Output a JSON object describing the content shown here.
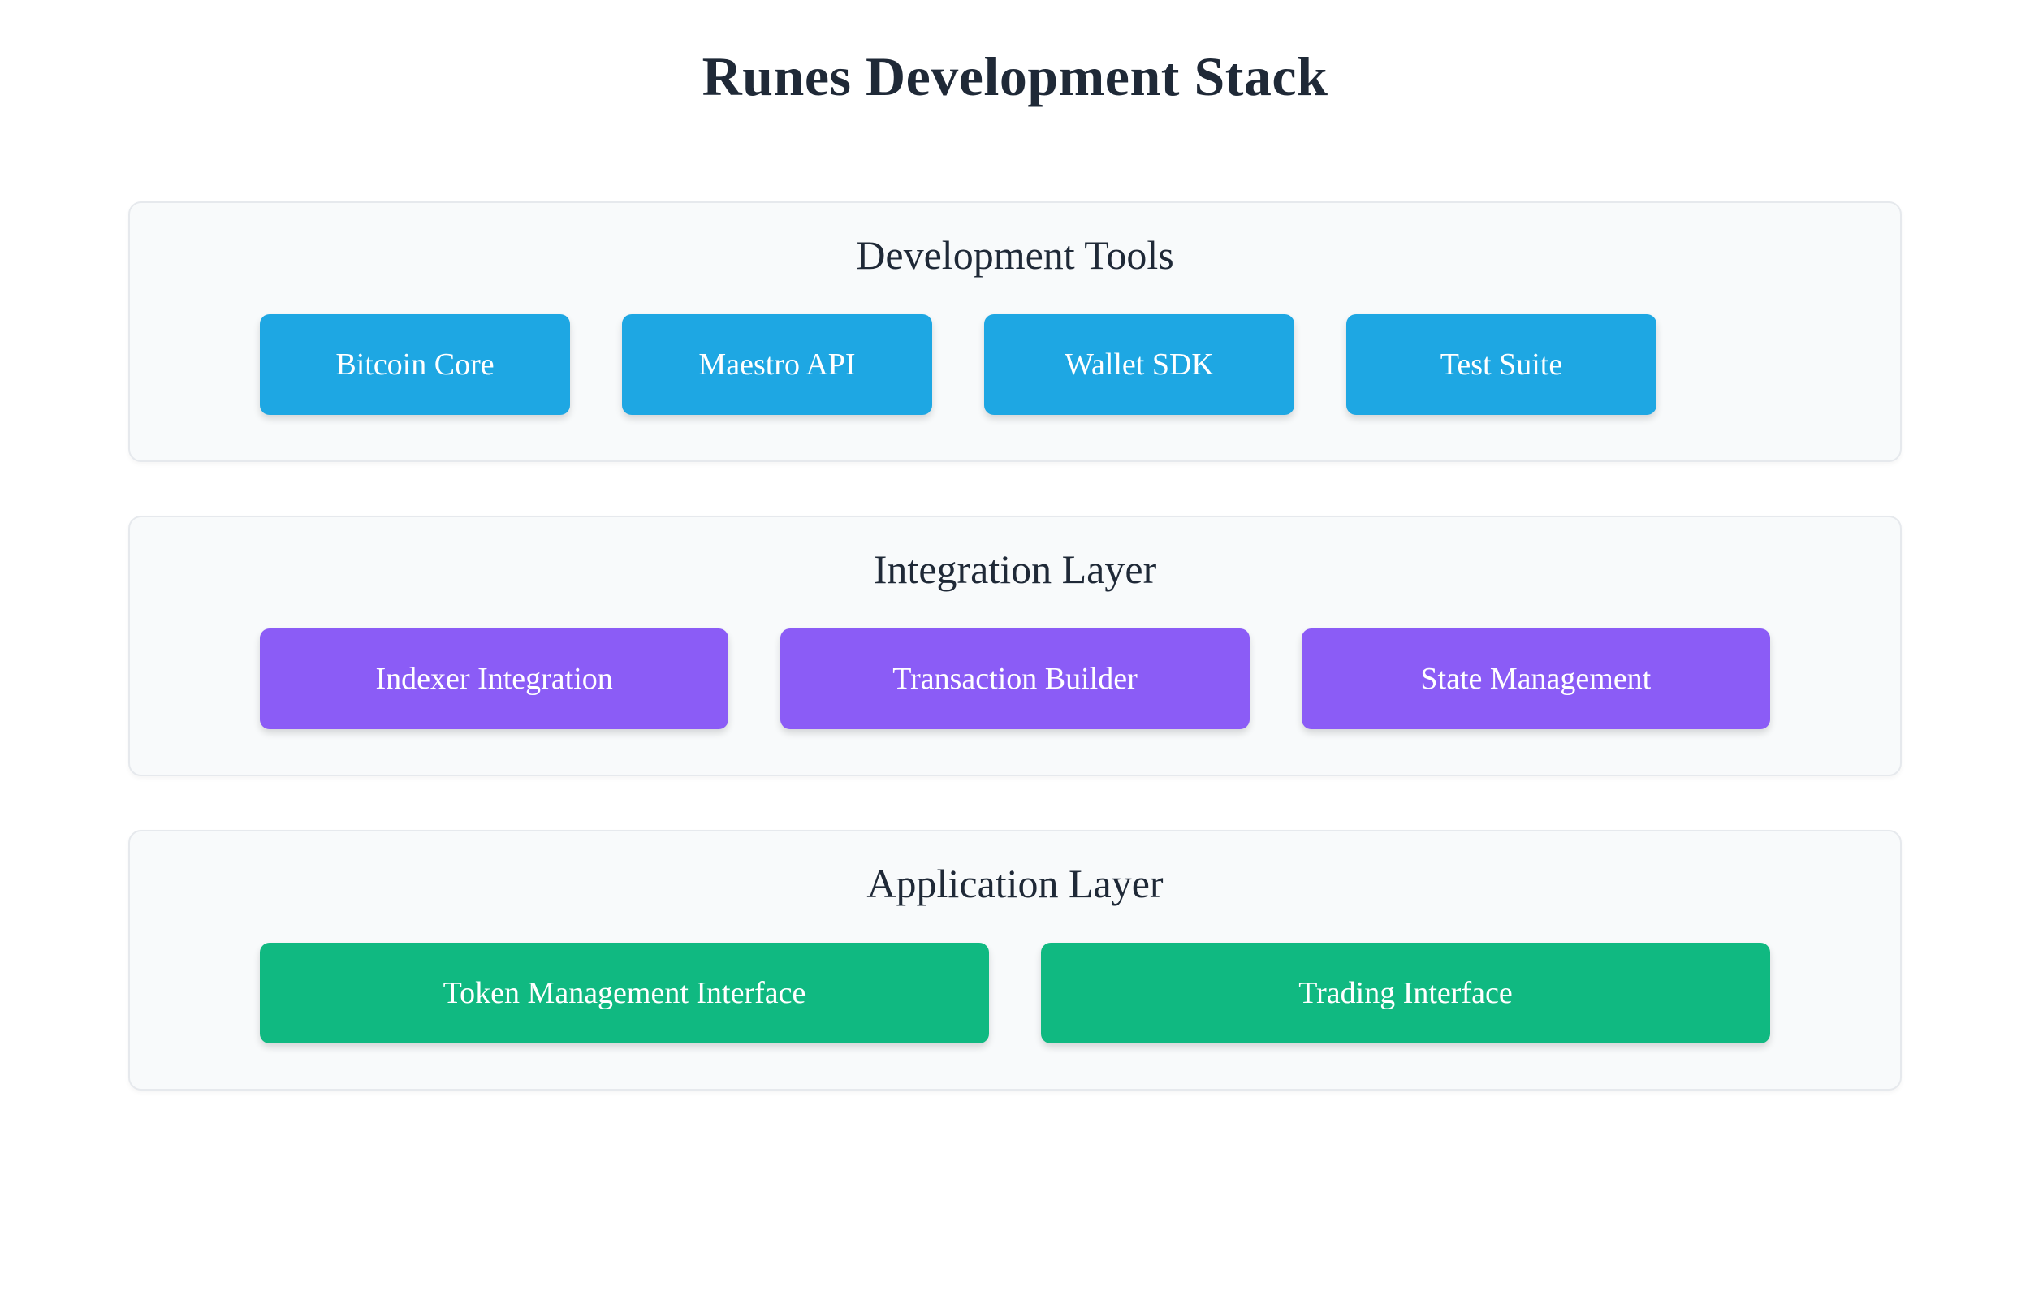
{
  "title": "Runes Development Stack",
  "colors": {
    "node_blue": "#1ea7e3",
    "node_purple": "#8b5cf6",
    "node_green": "#10b981",
    "panel_background": "#f8fafb",
    "panel_border": "#e6e9ed",
    "heading_text": "#1f2937",
    "node_text": "#ffffff"
  },
  "layers": [
    {
      "title": "Development Tools",
      "color": "#1ea7e3",
      "items": [
        "Bitcoin Core",
        "Maestro API",
        "Wallet SDK",
        "Test Suite"
      ]
    },
    {
      "title": "Integration Layer",
      "color": "#8b5cf6",
      "items": [
        "Indexer Integration",
        "Transaction Builder",
        "State Management"
      ]
    },
    {
      "title": "Application Layer",
      "color": "#10b981",
      "items": [
        "Token Management Interface",
        "Trading Interface"
      ]
    }
  ]
}
